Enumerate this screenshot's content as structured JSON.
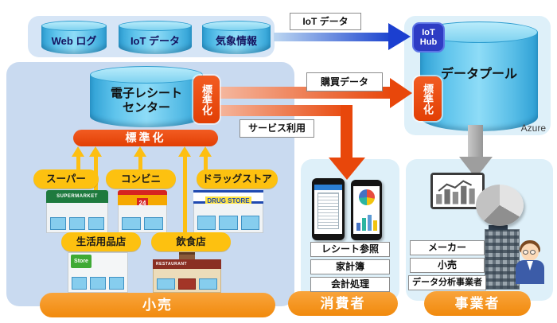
{
  "colors": {
    "accent_orange": "#f7941e",
    "accent_red_orange": "#e8490e",
    "accent_yellow": "#fdc110",
    "arrow_blue": "#1d45cf",
    "azure_cyan": "#35a8dc",
    "panel_blue": "#c9daf0",
    "panel_cyan": "#def0f9"
  },
  "sources": {
    "panel_items": [
      "Web ログ",
      "IoT データ",
      "気象情報"
    ]
  },
  "flows": {
    "iot": "IoT データ",
    "purchase": "購買データ",
    "service": "サービス利用"
  },
  "cloud": {
    "hub_line1": "IoT",
    "hub_line2": "Hub",
    "pool": "データプール",
    "standardize": "標準化",
    "vendor": "Azure"
  },
  "receipt_center": {
    "line1": "電子レシート",
    "line2": "センター",
    "standardize": "標準化"
  },
  "retail": {
    "standardize_bar": "標準化",
    "label": "小売",
    "shops": [
      {
        "label": "スーパー",
        "sign": "SUPERMARKET"
      },
      {
        "label": "コンビニ",
        "sign": "24"
      },
      {
        "label": "ドラッグストア",
        "sign": "DRUG STORE"
      },
      {
        "label": "生活用品店",
        "sign": "Store"
      },
      {
        "label": "飲食店",
        "sign": "RESTAURANT"
      }
    ]
  },
  "consumer": {
    "label": "消費者",
    "services": [
      "レシート参照",
      "家計簿",
      "会計処理"
    ]
  },
  "business": {
    "label": "事業者",
    "entities": [
      "メーカー",
      "小売",
      "データ分析事業者"
    ]
  }
}
